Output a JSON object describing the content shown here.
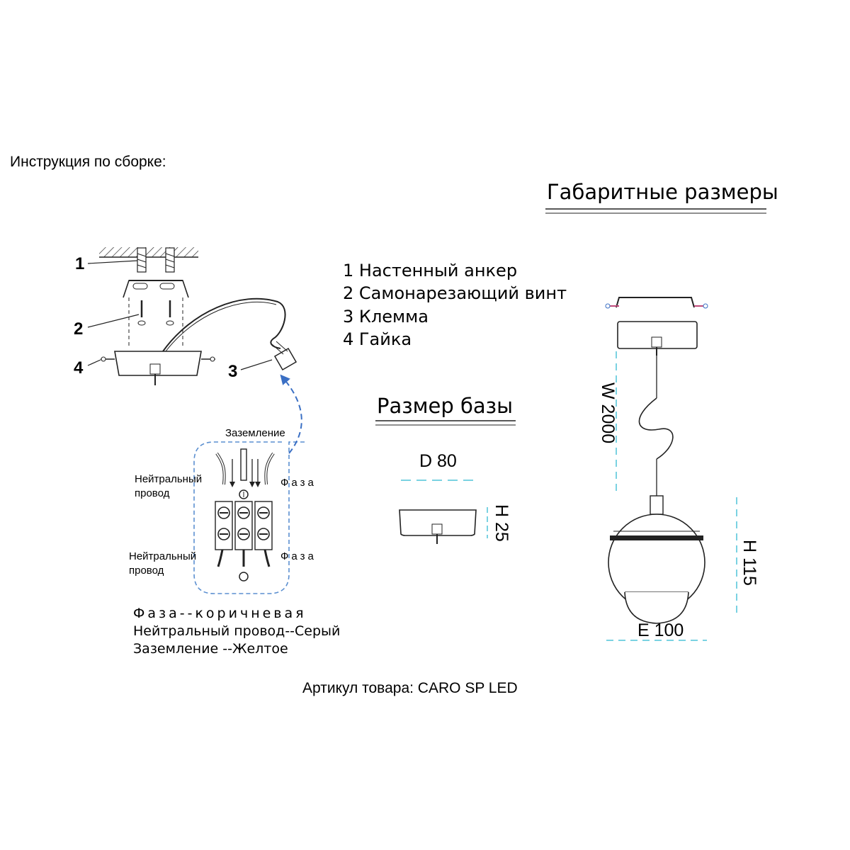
{
  "header": {
    "assembly_title": "Инструкция по сборке:",
    "dimensions_title": "Габаритные размеры"
  },
  "assembly": {
    "callouts": [
      "1",
      "2",
      "3",
      "4"
    ],
    "legend": [
      "1 Настенный анкер",
      "2 Самонарезающий винт",
      "3 Клемма",
      "4 Гайка"
    ]
  },
  "wiring": {
    "ground_label": "Заземление",
    "neutral_label_top": [
      "Нейтральный",
      "провод"
    ],
    "phase_label_top": "Фаза",
    "neutral_label_bottom": [
      "Нейтральный",
      "провод"
    ],
    "phase_label_bottom": "Фаза",
    "color_notes": [
      "Фаза--коричневая",
      "Нейтральный провод--Серый",
      "Заземление --Желтое"
    ]
  },
  "base": {
    "title": "Размер базы",
    "diameter": "D 80",
    "height": "H 25"
  },
  "dimensions": {
    "cable": "W 2000",
    "height": "H 115",
    "shade": "E 100"
  },
  "footer": {
    "article": "Артикул товара: CARO SP LED"
  },
  "colors": {
    "dimension_line": "#4fc3d8",
    "arrow_blue": "#3a6fc4",
    "frame_blue": "#5b8fd0",
    "line": "#222222"
  }
}
